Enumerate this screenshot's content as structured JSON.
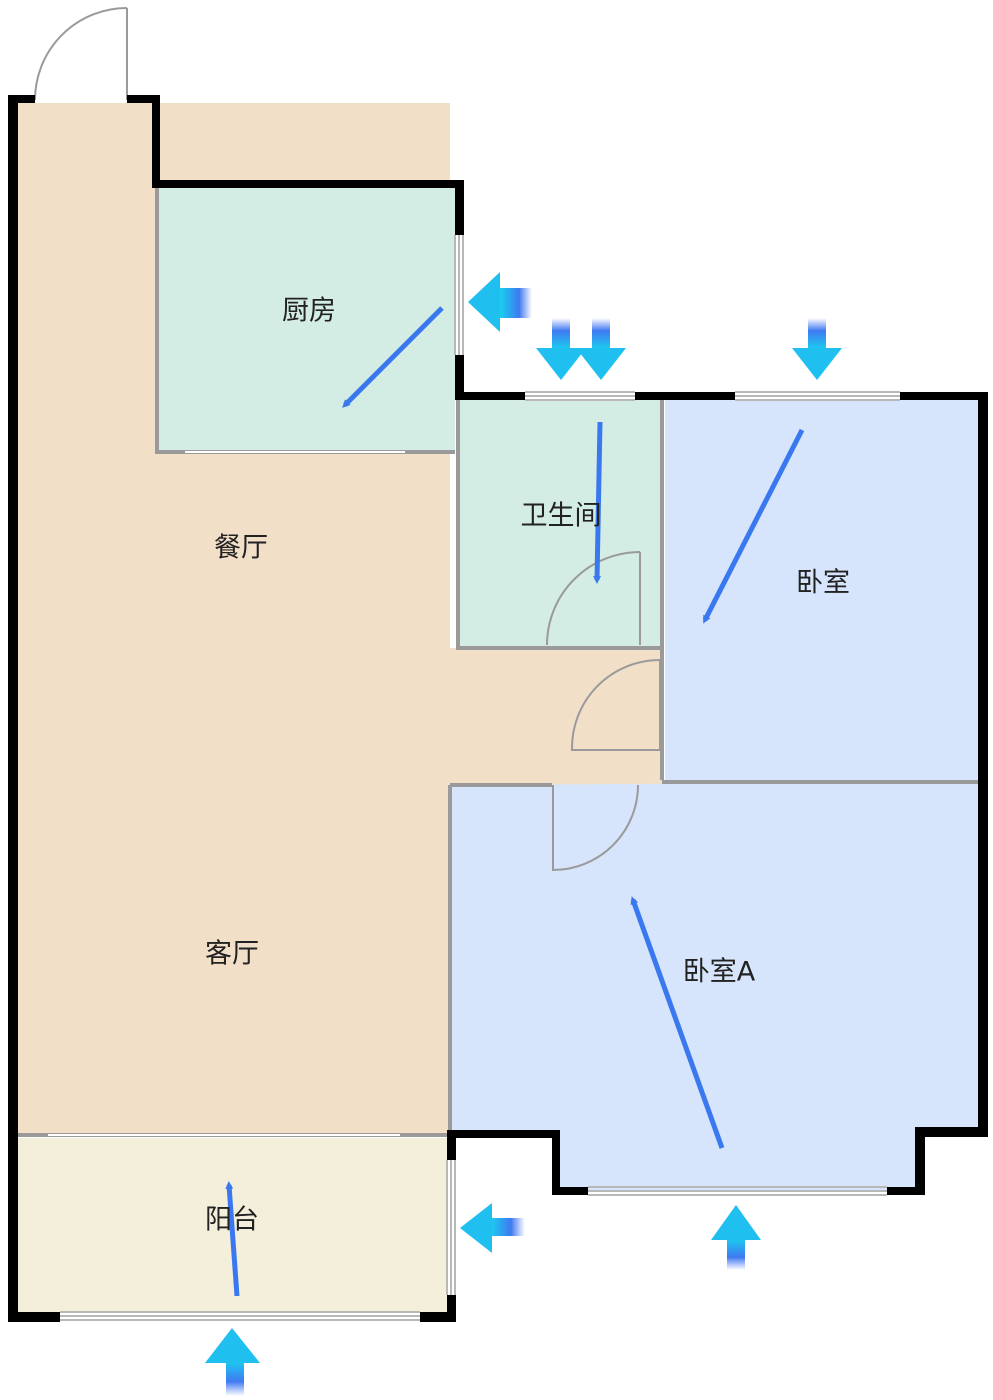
{
  "rooms": {
    "kitchen": "厨房",
    "dining": "餐厅",
    "bathroom": "卫生间",
    "bedroom": "卧室",
    "living": "客厅",
    "bedroom_a": "卧室A",
    "balcony": "阳台"
  },
  "colors": {
    "living": "#F2DFC8",
    "wet": "#D4EDE4",
    "bedroom": "#D6E5FB",
    "balcony": "#F3EFDA",
    "wall": "#000000",
    "arrow": "#3A78F0"
  }
}
